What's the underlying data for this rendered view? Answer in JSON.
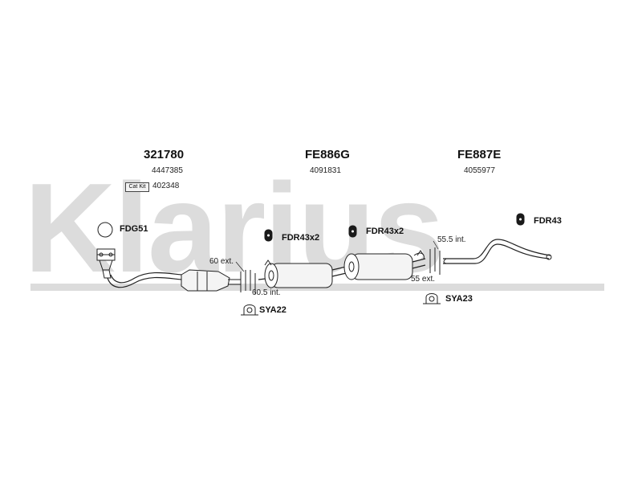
{
  "brand": {
    "watermark": "Klarius"
  },
  "parts": [
    {
      "number": "321780",
      "ref": "4447385",
      "catkit_label": "Cat Kit",
      "catkit_ref": "402348"
    },
    {
      "number": "FE886G",
      "ref": "4091831"
    },
    {
      "number": "FE887E",
      "ref": "4055977"
    }
  ],
  "fittings": {
    "fdg": "FDG51",
    "fdr_a": "FDR43x2",
    "fdr_b": "FDR43x2",
    "fdr_c": "FDR43",
    "sya_a": "SYA22",
    "sya_b": "SYA23"
  },
  "dimensions": {
    "d1": "60 ext.",
    "d2": "60.5 int.",
    "d3": "55.5 int.",
    "d4": "55 ext."
  }
}
